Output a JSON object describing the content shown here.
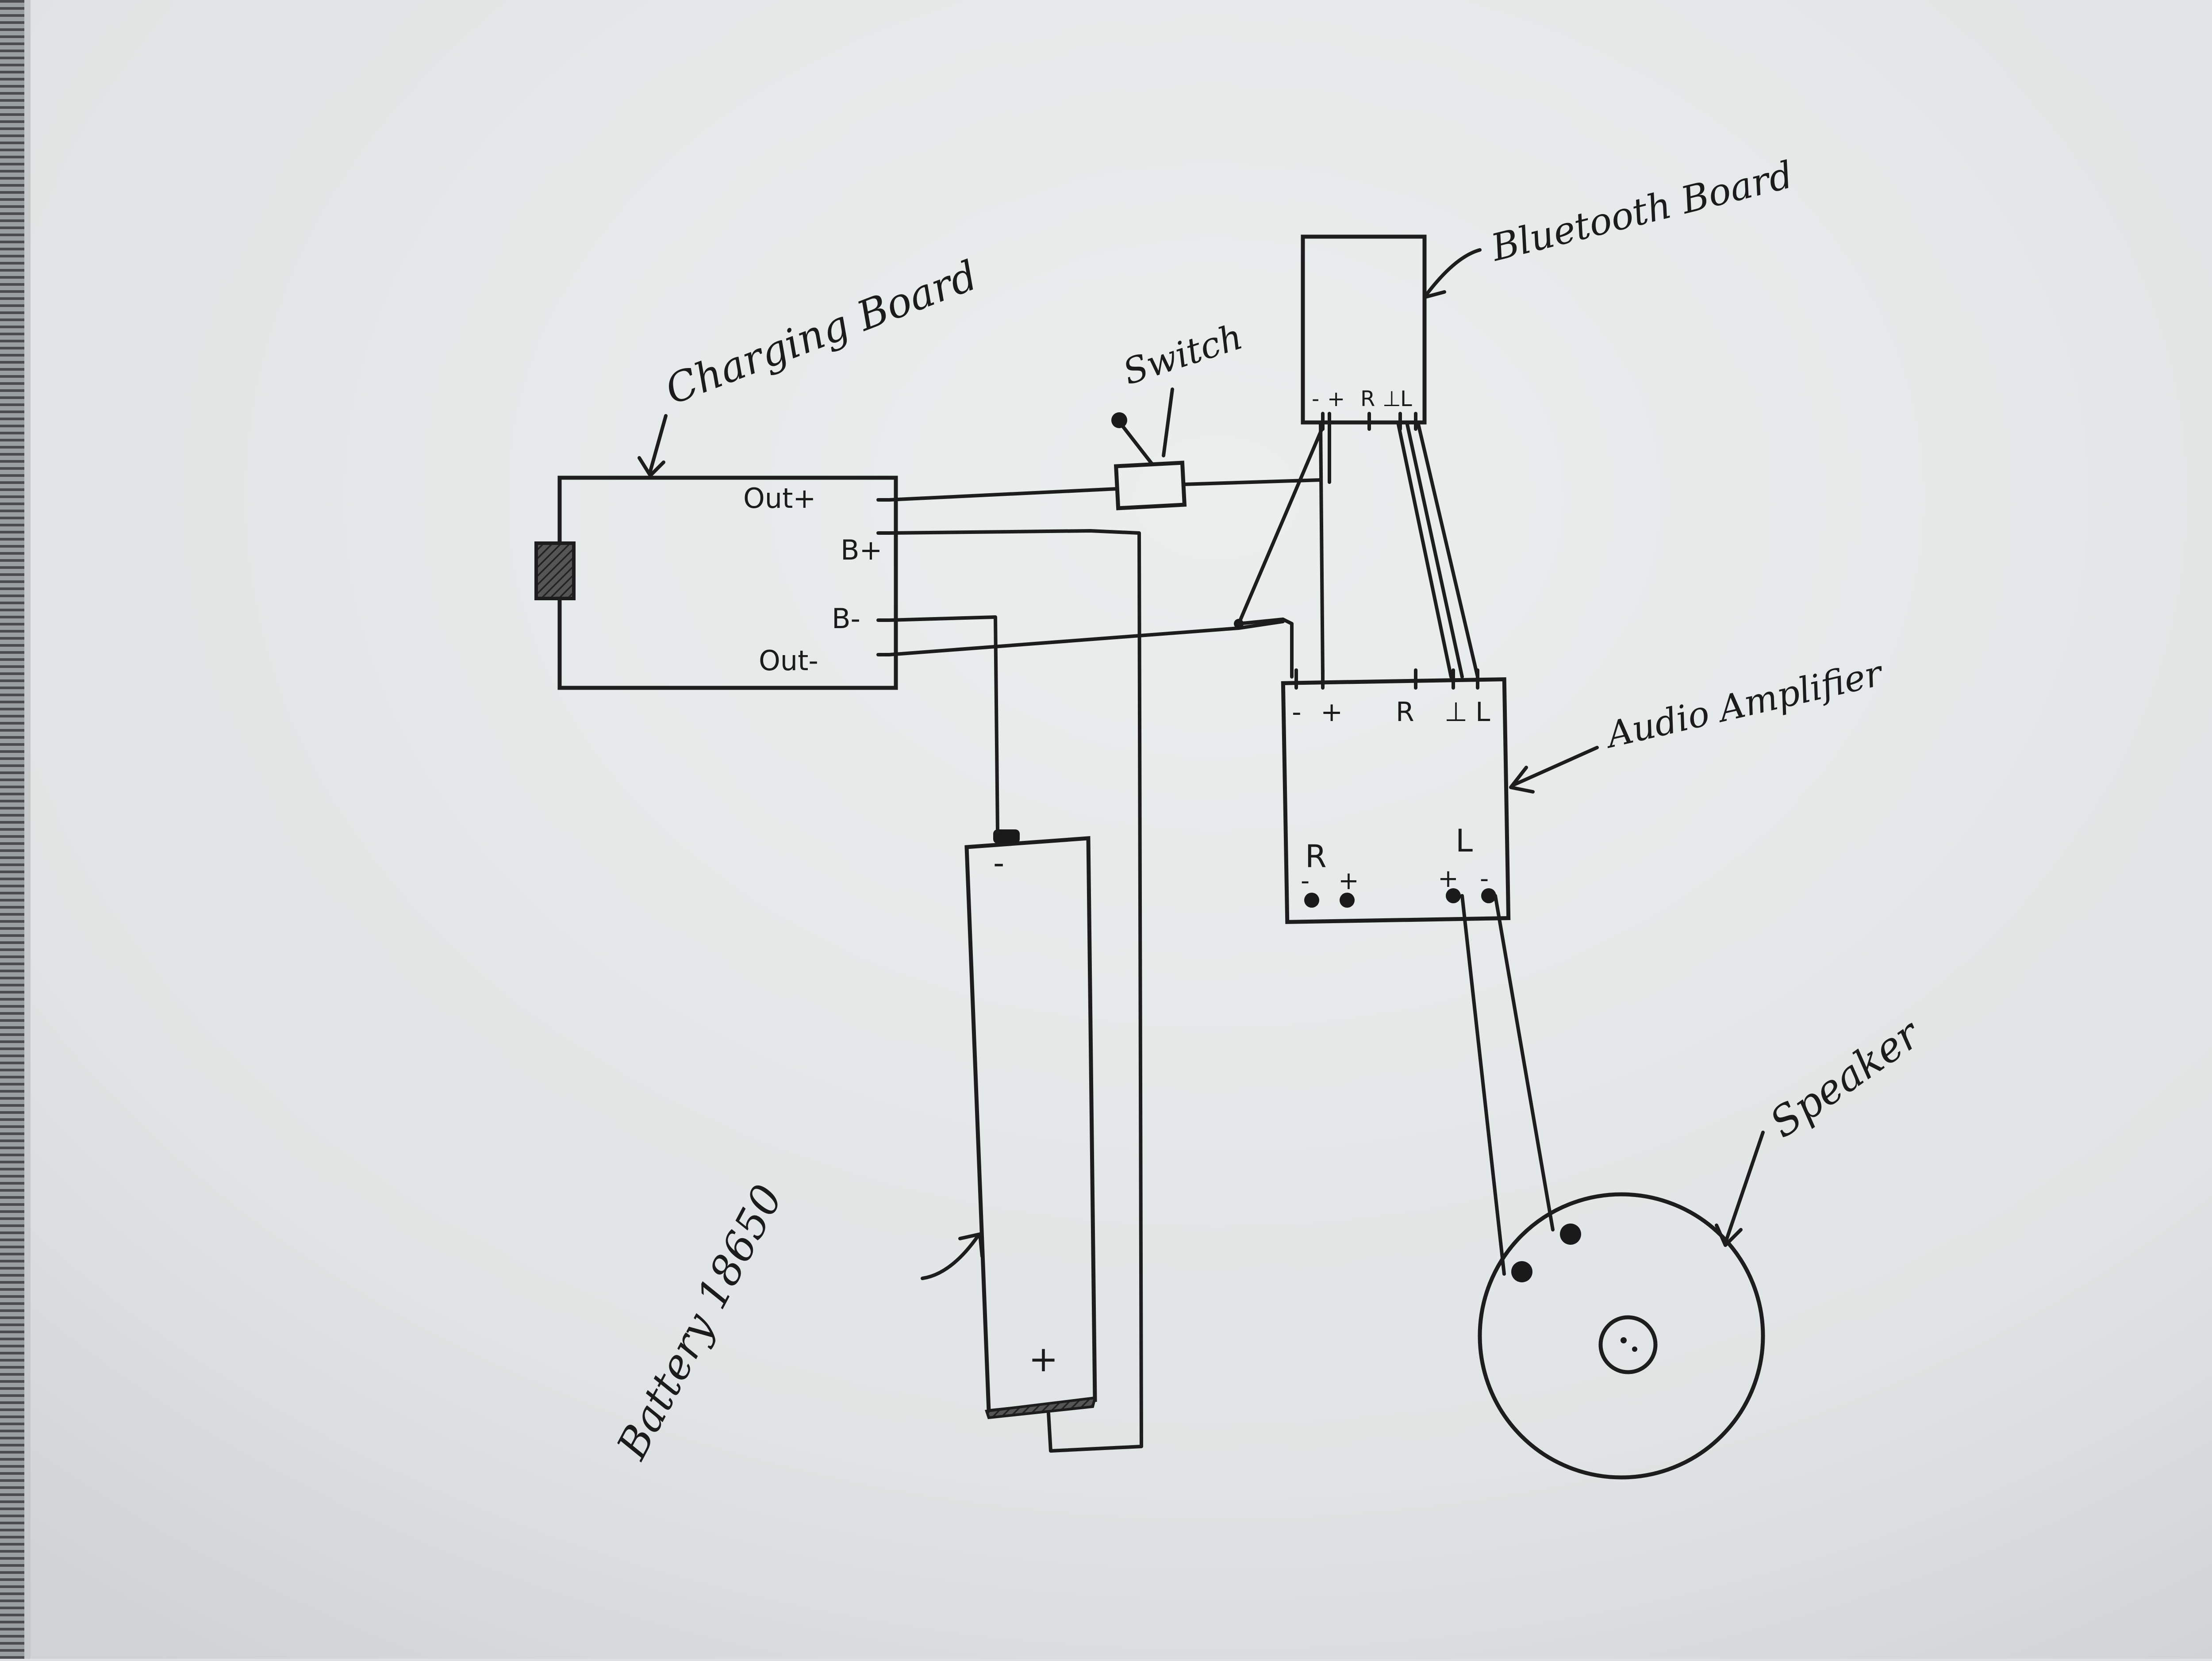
{
  "labels": {
    "charging_board": "Charging Board",
    "switch": "Switch",
    "bluetooth_board": "Bluetooth Board",
    "audio_amplifier": "Audio Amplifier",
    "speaker": "Speaker",
    "battery": "Battery 18650"
  },
  "charging_board_pins": {
    "out_plus": "Out+",
    "b_plus": "B+",
    "b_minus": "B-",
    "out_minus": "Out-"
  },
  "bluetooth_pins": [
    "-",
    "+",
    "R",
    "⊥",
    "L"
  ],
  "amp_input_pins": [
    "-",
    "+",
    "R",
    "⊥",
    "L"
  ],
  "amp_output": {
    "r_label": "R",
    "l_label": "L",
    "r_minus": "-",
    "r_plus": "+",
    "l_plus": "+",
    "l_minus": "-"
  },
  "battery_terminals": {
    "top": "-",
    "bottom": "+"
  },
  "colors": {
    "paper": "#e6e8e8",
    "ink": "#1d1d1d"
  }
}
